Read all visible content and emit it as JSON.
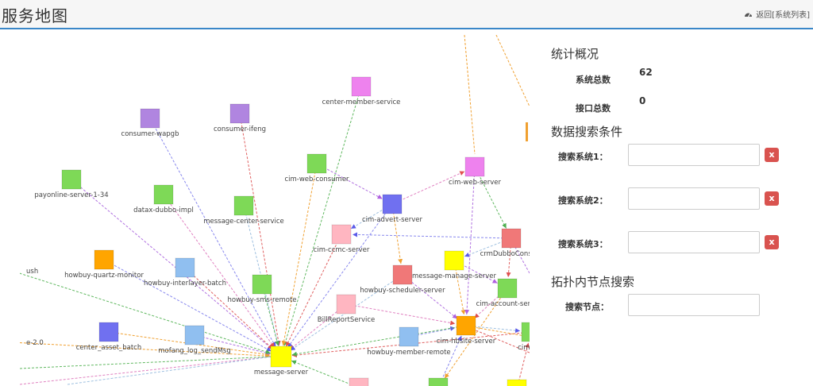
{
  "header": {
    "title": "服务地图",
    "back_label": "返回[系统列表]"
  },
  "stats": {
    "title": "统计概况",
    "system_total_label": "系统总数",
    "system_total_value": "62",
    "interface_total_label": "接口总数",
    "interface_total_value": "0"
  },
  "search": {
    "title": "数据搜索条件",
    "fields": [
      {
        "label": "搜索系统1：",
        "value": "",
        "clear": "x"
      },
      {
        "label": "搜索系统2：",
        "value": "",
        "clear": "x"
      },
      {
        "label": "搜索系统3：",
        "value": "",
        "clear": "x"
      }
    ]
  },
  "topology": {
    "title": "拓扑内节点搜索",
    "node_label": "搜索节点：",
    "node_value": ""
  },
  "colors": {
    "accent": "#3a87c8",
    "clear_button": "#d9534f"
  },
  "graph": {
    "nodes": [
      {
        "id": "center-member-service",
        "label": "center-member-service",
        "color": "#ee82ee"
      },
      {
        "id": "consumer-wapgb",
        "label": "consumer-wapgb",
        "color": "#b085e0"
      },
      {
        "id": "consumer-ifeng",
        "label": "consumer-ifeng",
        "color": "#b085e0"
      },
      {
        "id": "cim-web-consumer",
        "label": "cim-web-consumer",
        "color": "#7ed957"
      },
      {
        "id": "cim-web-server",
        "label": "cim-web-server",
        "color": "#ee82ee"
      },
      {
        "id": "payonline-server-1-34",
        "label": "payonline-server-1-34",
        "color": "#7ed957"
      },
      {
        "id": "datax-dubbo-impl",
        "label": "datax-dubbo-impl",
        "color": "#7ed957"
      },
      {
        "id": "message-center-service",
        "label": "message-center-service",
        "color": "#7ed957"
      },
      {
        "id": "cim-advert-server",
        "label": "cim-advert-server",
        "color": "#7070f0"
      },
      {
        "id": "cim-ccmc-server",
        "label": "cim-ccmc-server",
        "color": "#ffb6c1"
      },
      {
        "id": "crmDubboConsumer",
        "label": "crmDubboConsum",
        "color": "#f07878"
      },
      {
        "id": "ush",
        "label": "ush",
        "color": ""
      },
      {
        "id": "howbuy-quartz-monitor",
        "label": "howbuy-quartz-monitor",
        "color": "#ffa500"
      },
      {
        "id": "howbuy-interlayer-batch",
        "label": "howbuy-interlayer-batch",
        "color": "#90bff0"
      },
      {
        "id": "howbuy-sms-remote",
        "label": "howbuy-sms-remote",
        "color": "#7ed957"
      },
      {
        "id": "message-manage-server",
        "label": "message-manage-server",
        "color": "#ffff00"
      },
      {
        "id": "howbuy-scheduler-server",
        "label": "howbuy-scheduler-server",
        "color": "#f07878"
      },
      {
        "id": "cim-account-server",
        "label": "cim-account-serve",
        "color": "#7ed957"
      },
      {
        "id": "BillReportService",
        "label": "BillReportService",
        "color": "#ffb6c1"
      },
      {
        "id": "cim-hbsite-server",
        "label": "cim-hbsite-server",
        "color": "#ffa500"
      },
      {
        "id": "e-2.0",
        "label": "e-2.0",
        "color": ""
      },
      {
        "id": "center_asset_batch",
        "label": "center_asset_batch",
        "color": "#7070f0"
      },
      {
        "id": "mofang_log_sendMsg",
        "label": "mofang_log_sendMsg",
        "color": "#90bff0"
      },
      {
        "id": "message-server",
        "label": "message-server",
        "color": "#ffff00"
      },
      {
        "id": "howbuy-member-remote",
        "label": "howbuy-member-remote",
        "color": "#90bff0"
      },
      {
        "id": "cim-uce",
        "label": "cim-uce",
        "color": "#7ed957"
      },
      {
        "id": "bottom-pink",
        "label": "",
        "color": "#ffb6c1"
      },
      {
        "id": "bottom-green",
        "label": "",
        "color": "#7ed957"
      },
      {
        "id": "bottom-yellow",
        "label": "",
        "color": "#ffff00"
      }
    ],
    "edges": [
      [
        "consumer-wapgb",
        "message-server"
      ],
      [
        "consumer-ifeng",
        "message-server"
      ],
      [
        "center-member-service",
        "message-server"
      ],
      [
        "cim-web-consumer",
        "message-server"
      ],
      [
        "payonline-server-1-34",
        "message-server"
      ],
      [
        "datax-dubbo-impl",
        "message-server"
      ],
      [
        "message-center-service",
        "message-server"
      ],
      [
        "howbuy-quartz-monitor",
        "message-server"
      ],
      [
        "howbuy-interlayer-batch",
        "message-server"
      ],
      [
        "howbuy-sms-remote",
        "message-server"
      ],
      [
        "center_asset_batch",
        "message-server"
      ],
      [
        "mofang_log_sendMsg",
        "message-server"
      ],
      [
        "BillReportService",
        "message-server"
      ],
      [
        "howbuy-scheduler-server",
        "message-server"
      ],
      [
        "cim-advert-server",
        "message-server"
      ],
      [
        "cim-ccmc-server",
        "message-server"
      ],
      [
        "ush",
        "message-server"
      ],
      [
        "e-2.0",
        "message-server"
      ],
      [
        "cim-web-consumer",
        "cim-advert-server"
      ],
      [
        "cim-advert-server",
        "cim-web-server"
      ],
      [
        "cim-advert-server",
        "cim-ccmc-server"
      ],
      [
        "crmDubboConsumer",
        "cim-ccmc-server"
      ],
      [
        "crmDubboConsumer",
        "cim-account-server"
      ],
      [
        "cim-web-server",
        "crmDubboConsumer"
      ],
      [
        "message-manage-server",
        "cim-hbsite-server"
      ],
      [
        "howbuy-scheduler-server",
        "cim-hbsite-server"
      ],
      [
        "cim-account-server",
        "cim-hbsite-server"
      ],
      [
        "cim-hbsite-server",
        "cim-uce"
      ],
      [
        "howbuy-member-remote",
        "cim-hbsite-server"
      ],
      [
        "cim-uce",
        "message-server"
      ],
      [
        "cim-hbsite-server",
        "message-server"
      ],
      [
        "cim-advert-server",
        "howbuy-scheduler-server"
      ],
      [
        "cim-web-server",
        "cim-hbsite-server"
      ],
      [
        "BillReportService",
        "cim-hbsite-server"
      ],
      [
        "crmDubboConsumer",
        "message-manage-server"
      ],
      [
        "bottom-green",
        "cim-hbsite-server"
      ],
      [
        "bottom-yellow",
        "cim-uce"
      ],
      [
        "bottom-pink",
        "message-server"
      ],
      [
        "cim-account-server",
        "bottom-green"
      ],
      [
        "message-manage-server",
        "cim-account-server"
      ]
    ]
  }
}
